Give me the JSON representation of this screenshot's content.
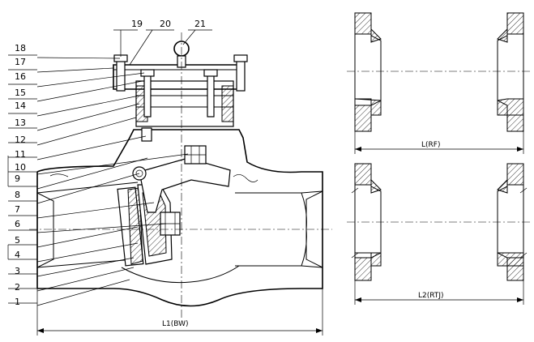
{
  "part_numbers": [
    "1",
    "2",
    "3",
    "4",
    "5",
    "6",
    "7",
    "8",
    "9",
    "10",
    "11",
    "12",
    "13",
    "14",
    "15",
    "16",
    "17",
    "18",
    "19",
    "20",
    "21"
  ],
  "dimensions": {
    "overall_bw": "L1(BW)",
    "face_rf": "L(RF)",
    "face_rtj": "L2(RTJ)"
  }
}
